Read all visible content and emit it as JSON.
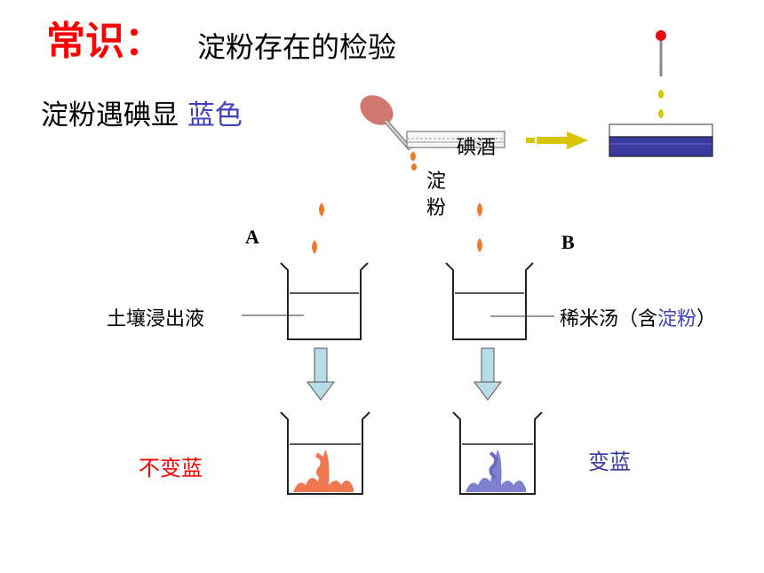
{
  "title": {
    "main": "常识：",
    "subtitle": "淀粉存在的检验"
  },
  "fact": {
    "prefix": "淀粉遇碘显 ",
    "highlight": "蓝色"
  },
  "labels": {
    "iodine": "碘酒",
    "starch_char1": "淀",
    "starch_char2": "粉",
    "beaker_a": "A",
    "beaker_b": "B",
    "liquid_a": "土壤浸出液",
    "liquid_b_prefix": "稀米汤（含",
    "liquid_b_highlight": "淀粉",
    "liquid_b_suffix": "）"
  },
  "results": {
    "a": "不变蓝",
    "b": "变蓝"
  },
  "colors": {
    "red": "#ff0000",
    "blue_text": "#4040c0",
    "iodine_blue": "#3a3aa0",
    "flame_orange": "#f07828",
    "arrow_blue": "#b8dce8",
    "arrow_yellow": "#d8c400",
    "bulb_red": "#d07870"
  }
}
